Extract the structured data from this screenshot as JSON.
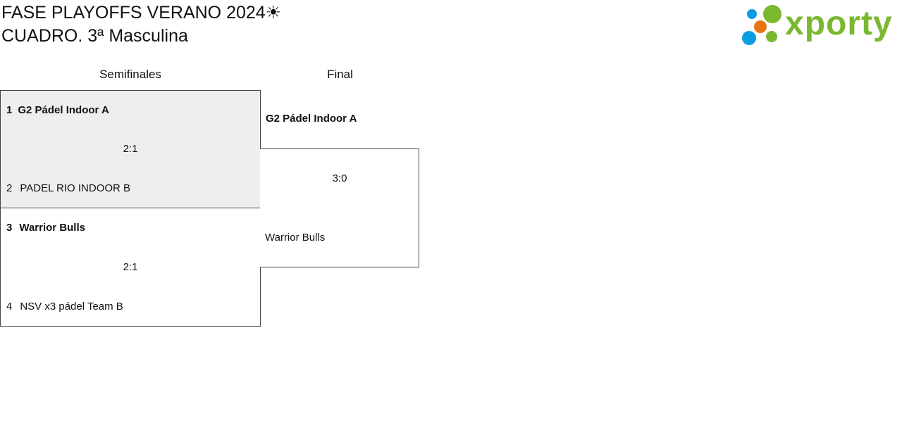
{
  "header": {
    "title_line1": "FASE PLAYOFFS VERANO 2024☀",
    "title_line2": "CUADRO. 3ª Masculina"
  },
  "logo": {
    "text": "xporty",
    "colors": {
      "green": "#7ab82f",
      "blue": "#0a9de0",
      "orange": "#e87511"
    }
  },
  "rounds": {
    "semifinals": "Semifinales",
    "final": "Final"
  },
  "semifinals": [
    {
      "team1": {
        "seed": "1",
        "name": "G2 Pádel Indoor A"
      },
      "score": "2:1",
      "team2": {
        "seed": "2",
        "name": "PADEL RIO INDOOR B"
      }
    },
    {
      "team1": {
        "seed": "3",
        "name": "Warrior Bulls"
      },
      "score": "2:1",
      "team2": {
        "seed": "4",
        "name": "NSV x3 pádel Team B"
      }
    }
  ],
  "final": {
    "team1": "G2 Pádel Indoor A",
    "score": "3:0",
    "team2": "Warrior Bulls"
  }
}
